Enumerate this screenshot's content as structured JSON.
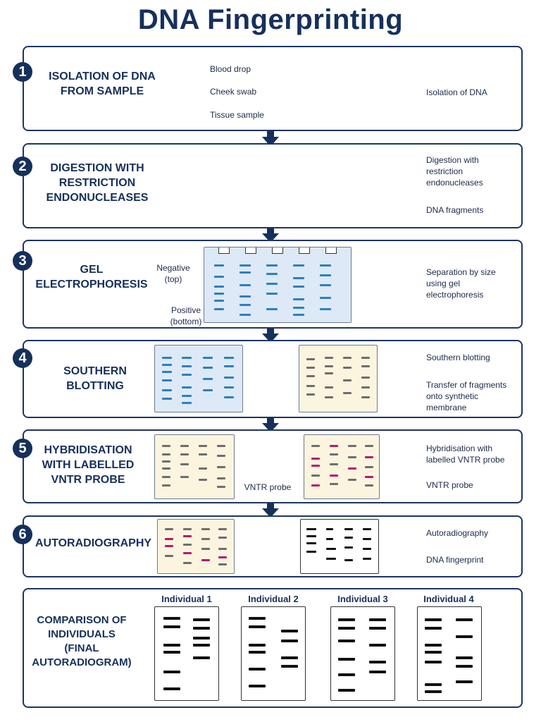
{
  "title": "DNA Fingerprinting",
  "steps": [
    {
      "number": "1",
      "title": "ISOLATION OF DNA\nFROM SAMPLE",
      "sources": [
        "Blood drop",
        "Cheek swab",
        "Tissue sample"
      ],
      "labels": [
        "Isolation of DNA"
      ]
    },
    {
      "number": "2",
      "title": "DIGESTION WITH\nRESTRICTION\nENDONUCLEASES",
      "labels": [
        "Digestion with\nrestriction\nendonucleases",
        "DNA fragments"
      ]
    },
    {
      "number": "3",
      "title": "GEL\nELECTROPHORESIS",
      "negative": "Negative\n(top)",
      "positive": "Positive\n(bottom)",
      "labels": [
        "Separation by size\nusing gel\nelectrophoresis"
      ]
    },
    {
      "number": "4",
      "title": "SOUTHERN\nBLOTTING",
      "labels": [
        "Southern blotting",
        "Transfer of fragments\nonto synthetic\nmembrane"
      ]
    },
    {
      "number": "5",
      "title": "HYBRIDISATION\nWITH LABELLED\nVNTR PROBE",
      "probe_label": "VNTR probe",
      "labels": [
        "Hybridisation with\nlabelled VNTR probe",
        "VNTR probe"
      ]
    },
    {
      "number": "6",
      "title": "AUTORADIOGRAPHY",
      "labels": [
        "Autoradiography",
        "DNA fingerprint"
      ]
    }
  ],
  "comparison": {
    "title": "COMPARISON OF\nINDIVIDUALS\n(FINAL\nAUTORADIOGRAM)",
    "individuals": [
      "Individual 1",
      "Individual 2",
      "Individual 3",
      "Individual 4"
    ]
  },
  "colors": {
    "navy": "#16305c",
    "band_blue": "#2f7fbf",
    "probe_magenta": "#b8176f",
    "dna_teal": "#2a9aa0"
  }
}
